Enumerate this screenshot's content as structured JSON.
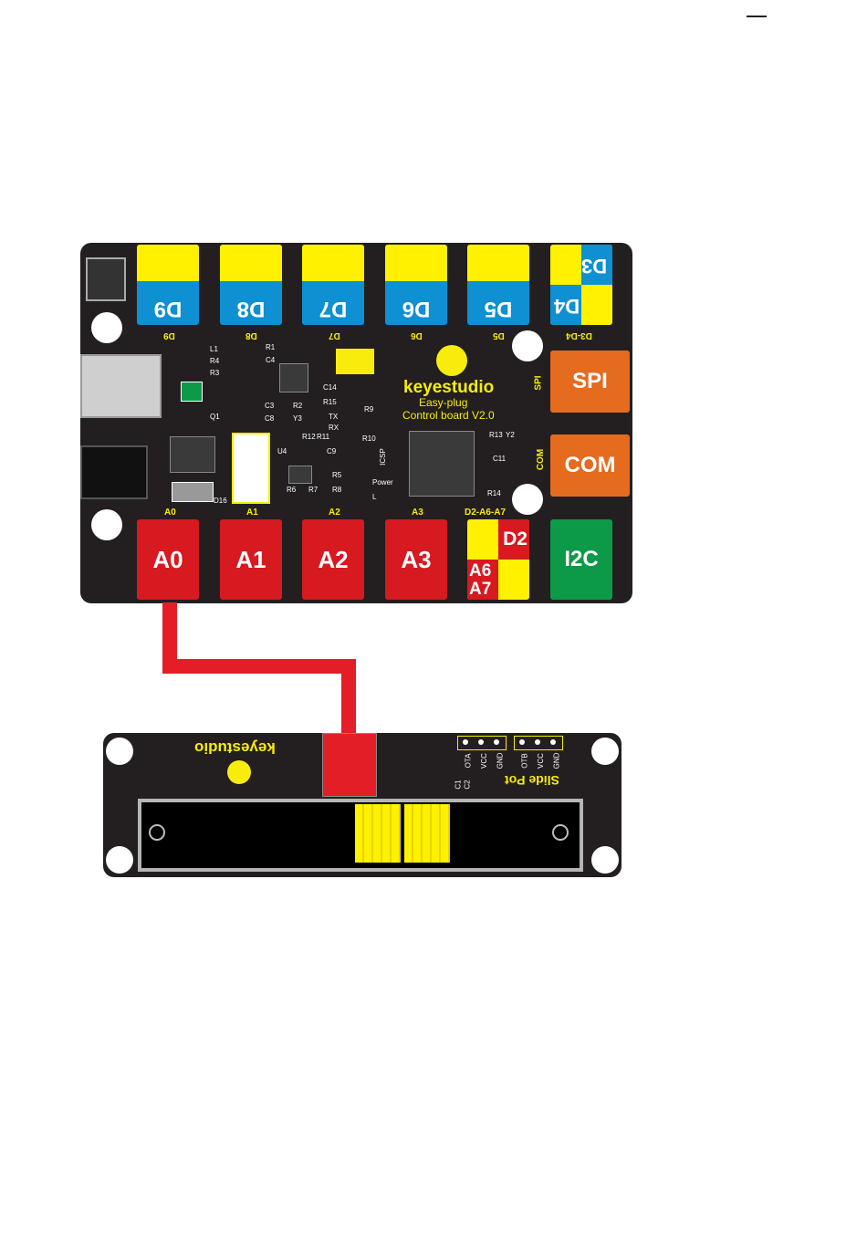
{
  "control_board": {
    "top_ports": [
      {
        "label": "D9",
        "silk": "D9"
      },
      {
        "label": "D8",
        "silk": "D8"
      },
      {
        "label": "D7",
        "silk": "D7"
      },
      {
        "label": "D6",
        "silk": "D6"
      },
      {
        "label": "D5",
        "silk": "D5"
      }
    ],
    "combo_port": {
      "label_a": "D3",
      "label_b": "D4",
      "silk": "D3-D4"
    },
    "side_ports": {
      "spi": "SPI",
      "spi_silk": "SPI",
      "com": "COM",
      "com_silk": "COM",
      "i2c": "I2C"
    },
    "analog_ports": [
      {
        "label": "A0",
        "silk": "A0"
      },
      {
        "label": "A1",
        "silk": "A1"
      },
      {
        "label": "A2",
        "silk": "A2"
      },
      {
        "label": "A3",
        "silk": "A3"
      }
    ],
    "mixed_port": {
      "label_a": "D2",
      "label_b": "A6",
      "label_c": "A7",
      "silk": "D2-A6-A7"
    },
    "brand": "keyestudio",
    "subtitle_1": "Easy-plug",
    "subtitle_2": "Control board V2.0",
    "silk_labels": {
      "l1": "L1",
      "r4": "R4",
      "r3": "R3",
      "r1": "R1",
      "c4": "C4",
      "q1": "Q1",
      "c3": "C3",
      "c8": "C8",
      "r2": "R2",
      "y3": "Y3",
      "u4": "U4",
      "d16": "D16",
      "c14": "C14",
      "r15": "R15",
      "tx": "TX",
      "rx": "RX",
      "r12": "R12",
      "r11": "R11",
      "r9": "R9",
      "r10": "R10",
      "c9": "C9",
      "icsp": "ICSP",
      "r5": "R5",
      "r8": "R8",
      "r6": "R6",
      "r7": "R7",
      "power": "Power",
      "l": "L",
      "r13": "R13",
      "y2": "Y2",
      "c11": "C11",
      "r14": "R14"
    }
  },
  "slide_pot_module": {
    "brand": "keyestudio",
    "title": "Slide Pot",
    "header_a": [
      "OTA",
      "VCC",
      "GND"
    ],
    "header_b": [
      "OTB",
      "VCC",
      "GND"
    ],
    "caps": [
      "C1",
      "C2"
    ]
  },
  "colors": {
    "board": "#231f20",
    "digital_port": "#0e90d2",
    "digital_top": "#fff100",
    "analog_port": "#d71920",
    "side_port": "#e56b1f",
    "i2c_port": "#0d9a48",
    "wire": "#e41e26",
    "silk": "#f7ec0c"
  }
}
